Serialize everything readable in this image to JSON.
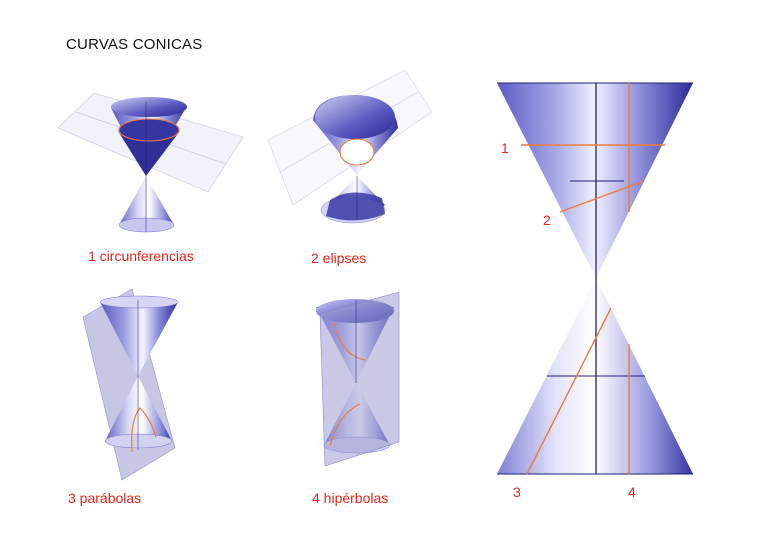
{
  "title": "CURVAS CONICAS",
  "captions": {
    "c1": "1 circunferencias",
    "c2": "2  elipses",
    "c3": "3  parábolas",
    "c4": "4 hipérbolas"
  },
  "large_diagram_labels": {
    "l1": "1",
    "l2": "2",
    "l3": "3",
    "l4": "4"
  },
  "colors": {
    "cone_dark": "#4a4ab8",
    "cone_light": "#ffffff",
    "section_line": "#f07a3a",
    "label": "#e8231c",
    "edge": "#20207a"
  }
}
